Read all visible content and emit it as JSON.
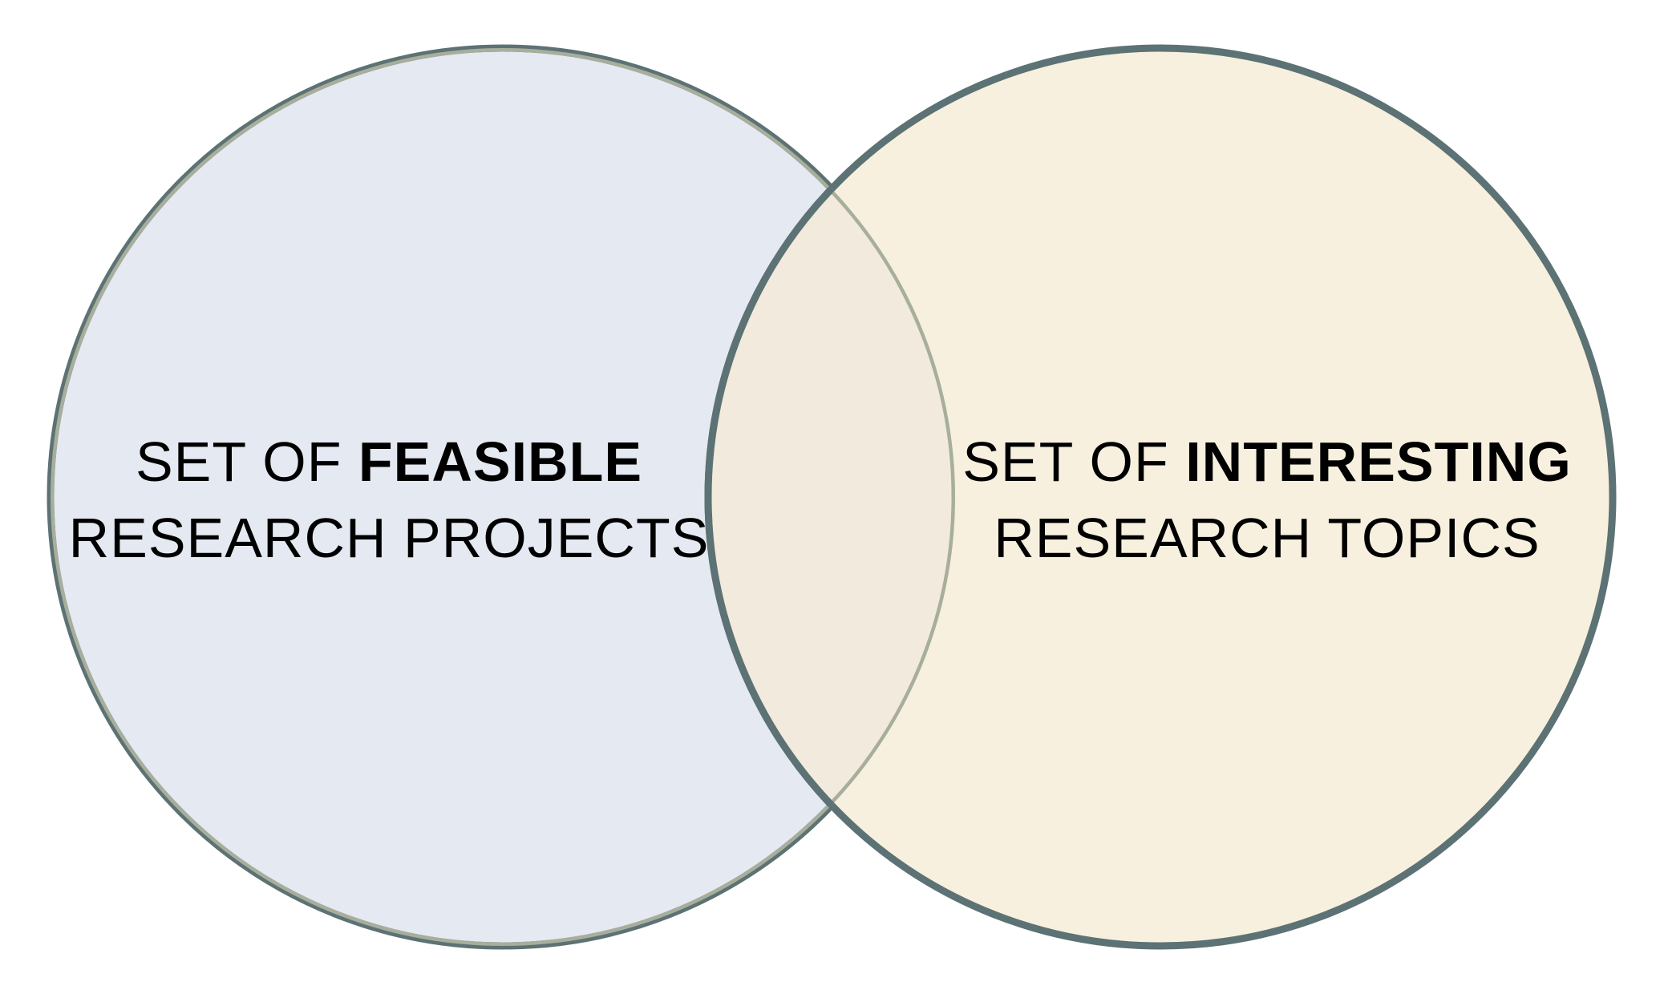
{
  "colors": {
    "left_fill": "#e4e9f2",
    "right_fill": "#f7f0de",
    "overlap_fill": "#f2eadc",
    "outline": "#5c7274",
    "overlap_inner_outline": "#a8ae9c"
  },
  "sets": [
    {
      "prefix": "SET OF ",
      "emphasis": "FEASIBLE",
      "line2": "RESEARCH PROJECTS"
    },
    {
      "prefix": "SET OF ",
      "emphasis": "INTERESTING",
      "line2": "RESEARCH TOPICS"
    }
  ]
}
